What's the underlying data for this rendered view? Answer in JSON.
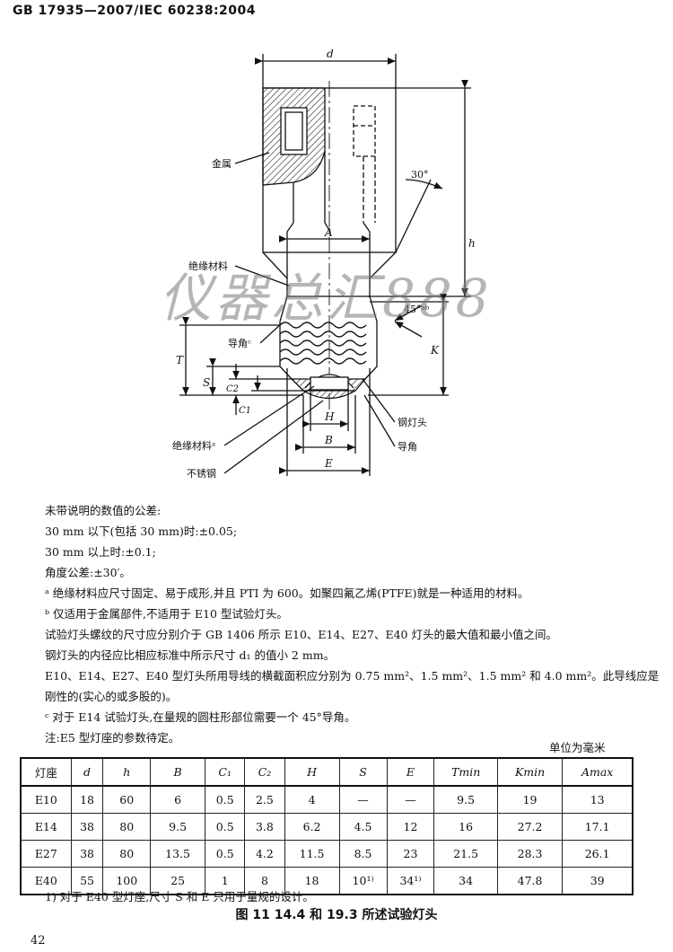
{
  "header": {
    "standard": "GB 17935—2007/IEC 60238:2004"
  },
  "watermark": "仪器总汇888",
  "drawing": {
    "dim_d": "d",
    "dim_h": "h",
    "dim_A": "A",
    "dim_K": "K",
    "dim_T": "T",
    "dim_S": "S",
    "dim_C2": "C2",
    "dim_C1": "C1",
    "dim_H": "H",
    "dim_B": "B",
    "dim_E": "E",
    "angle_30": "30°",
    "angle_45": "45°ᵃᵇ",
    "label_metal": "金属",
    "label_insulation": "绝缘材料",
    "label_chamfer_c": "导角ᶜ",
    "label_insulation_a": "绝缘材料ᵃ",
    "label_stainless": "不锈钢",
    "label_steel_cap": "钢灯头",
    "label_chamfer": "导角"
  },
  "notes": [
    "未带说明的数值的公差:",
    "30 mm 以下(包括 30 mm)时:±0.05;",
    "30 mm 以上时:±0.1;",
    "角度公差:±30′。",
    "ᵃ  绝缘材料应尺寸固定、易于成形,并且 PTI 为 600。如聚四氟乙烯(PTFE)就是一种适用的材料。",
    "ᵇ  仅适用于金属部件,不适用于 E10 型试验灯头。",
    "试验灯头螺纹的尺寸应分别介于 GB 1406 所示 E10、E14、E27、E40 灯头的最大值和最小值之间。",
    "钢灯头的内径应比相应标准中所示尺寸 d₁ 的值小 2 mm。",
    "E10、E14、E27、E40 型灯头所用导线的横截面积应分别为 0.75 mm²、1.5 mm²、1.5 mm² 和 4.0 mm²。此导线应是",
    "刚性的(实心的或多股的)。",
    "ᶜ  对于 E14 试验灯头,在量规的圆柱形部位需要一个 45°导角。",
    "注:E5 型灯座的参数待定。"
  ],
  "unit": "单位为毫米",
  "table": {
    "headers": [
      "灯座",
      "d",
      "h",
      "B",
      "C₁",
      "C₂",
      "H",
      "S",
      "E",
      "Tmin",
      "Kmin",
      "Amax"
    ],
    "rows": [
      [
        "E10",
        "18",
        "60",
        "6",
        "0.5",
        "2.5",
        "4",
        "—",
        "—",
        "9.5",
        "19",
        "13"
      ],
      [
        "E14",
        "38",
        "80",
        "9.5",
        "0.5",
        "3.8",
        "6.2",
        "4.5",
        "12",
        "16",
        "27.2",
        "17.1"
      ],
      [
        "E27",
        "38",
        "80",
        "13.5",
        "0.5",
        "4.2",
        "11.5",
        "8.5",
        "23",
        "21.5",
        "28.3",
        "26.1"
      ],
      [
        "E40",
        "55",
        "100",
        "25",
        "1",
        "8",
        "18",
        "10¹⁾",
        "34¹⁾",
        "34",
        "47.8",
        "39"
      ]
    ]
  },
  "footnote": "1)  对于 E40 型灯座,尺寸 S 和 E 只用于量规的设计。",
  "caption": "图 11   14.4 和 19.3 所述试验灯头",
  "page_number": "42"
}
